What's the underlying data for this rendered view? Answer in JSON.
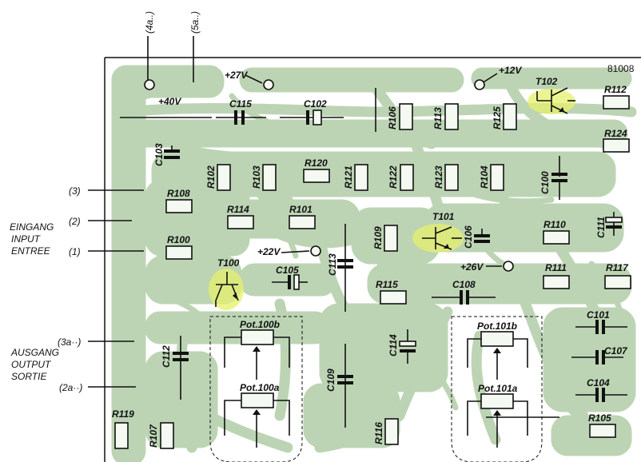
{
  "board_id": "81008",
  "side_labels": {
    "in3": "(3)",
    "in2": "(2)",
    "in1": "(1)",
    "input_de": "EINGANG",
    "input_en": "INPUT",
    "input_fr": "ENTREE",
    "out3a": "(3a··)",
    "out2a": "(2a··)",
    "output_de": "AUSGANG",
    "output_en": "OUTPUT",
    "output_fr": "SORTIE",
    "top4a": "(4a..)",
    "top5a": "(5a..)"
  },
  "supplies": {
    "v40": "+40V",
    "v27": "+27V",
    "v12": "+12V",
    "v22": "+22V",
    "v26": "+26V"
  },
  "components": {
    "c115": "C115",
    "c102": "C102",
    "c103": "C103",
    "c100": "C100",
    "c111": "C111",
    "c106": "C106",
    "c105": "C105",
    "c113": "C113",
    "c108": "C108",
    "c114": "C114",
    "c112": "C112",
    "c109": "C109",
    "c101": "C101",
    "c107": "C107",
    "c104": "C104",
    "r106": "R106",
    "r113": "R113",
    "r125": "R125",
    "r112": "R112",
    "r124": "R124",
    "r102": "R102",
    "r103": "R103",
    "r120": "R120",
    "r121": "R121",
    "r122": "R122",
    "r123": "R123",
    "r104": "R104",
    "r108": "R108",
    "r114": "R114",
    "r101": "R101",
    "r100": "R100",
    "r109": "R109",
    "r110": "R110",
    "r111": "R111",
    "r117": "R117",
    "r115": "R115",
    "r119": "R119",
    "r107": "R107",
    "r116": "R116",
    "r105": "R105",
    "t100": "T100",
    "t101": "T101",
    "t102": "T102",
    "pot100a": "Pot.100a",
    "pot100b": "Pot.100b",
    "pot101a": "Pot.101a",
    "pot101b": "Pot.101b"
  }
}
